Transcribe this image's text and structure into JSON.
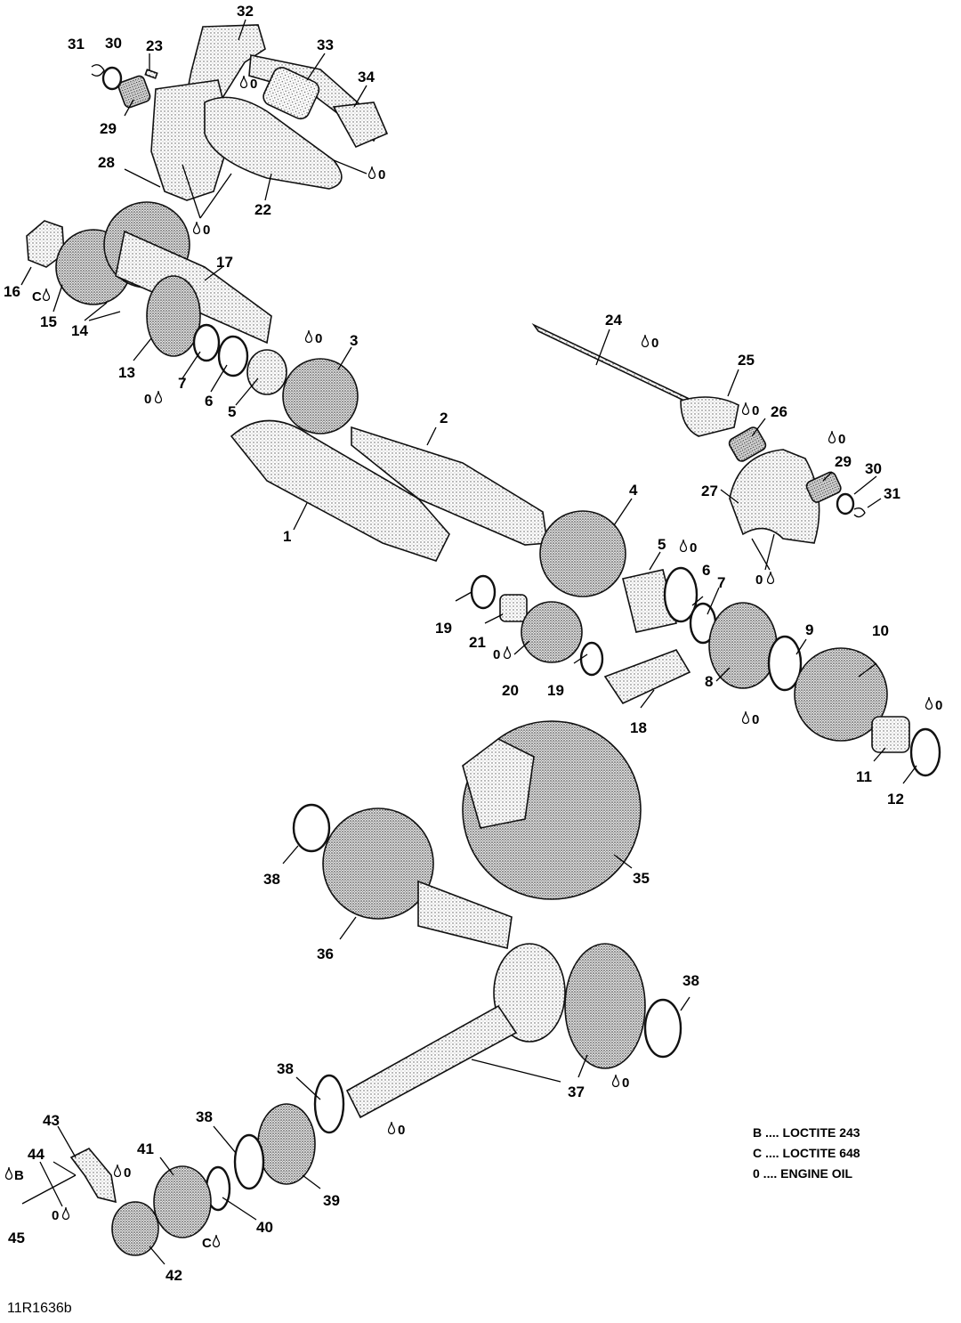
{
  "drawing_ref": "11R1636b",
  "legend": [
    {
      "code": "B",
      "text": "B .... LOCTITE 243"
    },
    {
      "code": "C",
      "text": "C .... LOCTITE 648"
    },
    {
      "code": "0",
      "text": "0 .... ENGINE OIL"
    }
  ],
  "callouts": [
    {
      "id": "1",
      "text": "1"
    },
    {
      "id": "2",
      "text": "2"
    },
    {
      "id": "3",
      "text": "3"
    },
    {
      "id": "4",
      "text": "4"
    },
    {
      "id": "5a",
      "text": "5"
    },
    {
      "id": "5b",
      "text": "5"
    },
    {
      "id": "6a",
      "text": "6"
    },
    {
      "id": "6b",
      "text": "6"
    },
    {
      "id": "7a",
      "text": "7"
    },
    {
      "id": "7b",
      "text": "7"
    },
    {
      "id": "8",
      "text": "8"
    },
    {
      "id": "9",
      "text": "9"
    },
    {
      "id": "10",
      "text": "10"
    },
    {
      "id": "11",
      "text": "11"
    },
    {
      "id": "12",
      "text": "12"
    },
    {
      "id": "13",
      "text": "13"
    },
    {
      "id": "14",
      "text": "14"
    },
    {
      "id": "15",
      "text": "15"
    },
    {
      "id": "16",
      "text": "16"
    },
    {
      "id": "17",
      "text": "17"
    },
    {
      "id": "18",
      "text": "18"
    },
    {
      "id": "19a",
      "text": "19"
    },
    {
      "id": "19b",
      "text": "19"
    },
    {
      "id": "20",
      "text": "20"
    },
    {
      "id": "21",
      "text": "21"
    },
    {
      "id": "22",
      "text": "22"
    },
    {
      "id": "23",
      "text": "23"
    },
    {
      "id": "24",
      "text": "24"
    },
    {
      "id": "25",
      "text": "25"
    },
    {
      "id": "26",
      "text": "26"
    },
    {
      "id": "27",
      "text": "27"
    },
    {
      "id": "28",
      "text": "28"
    },
    {
      "id": "29a",
      "text": "29"
    },
    {
      "id": "29b",
      "text": "29"
    },
    {
      "id": "30a",
      "text": "30"
    },
    {
      "id": "30b",
      "text": "30"
    },
    {
      "id": "31a",
      "text": "31"
    },
    {
      "id": "31b",
      "text": "31"
    },
    {
      "id": "32",
      "text": "32"
    },
    {
      "id": "33",
      "text": "33"
    },
    {
      "id": "34",
      "text": "34"
    },
    {
      "id": "35",
      "text": "35"
    },
    {
      "id": "36",
      "text": "36"
    },
    {
      "id": "37",
      "text": "37"
    },
    {
      "id": "38a",
      "text": "38"
    },
    {
      "id": "38b",
      "text": "38"
    },
    {
      "id": "38c",
      "text": "38"
    },
    {
      "id": "38d",
      "text": "38"
    },
    {
      "id": "39",
      "text": "39"
    },
    {
      "id": "40",
      "text": "40"
    },
    {
      "id": "41",
      "text": "41"
    },
    {
      "id": "42",
      "text": "42"
    },
    {
      "id": "43",
      "text": "43"
    },
    {
      "id": "44",
      "text": "44"
    },
    {
      "id": "45",
      "text": "45"
    }
  ],
  "codes": {
    "oil": "0",
    "loctite243": "B",
    "loctite648": "C"
  }
}
